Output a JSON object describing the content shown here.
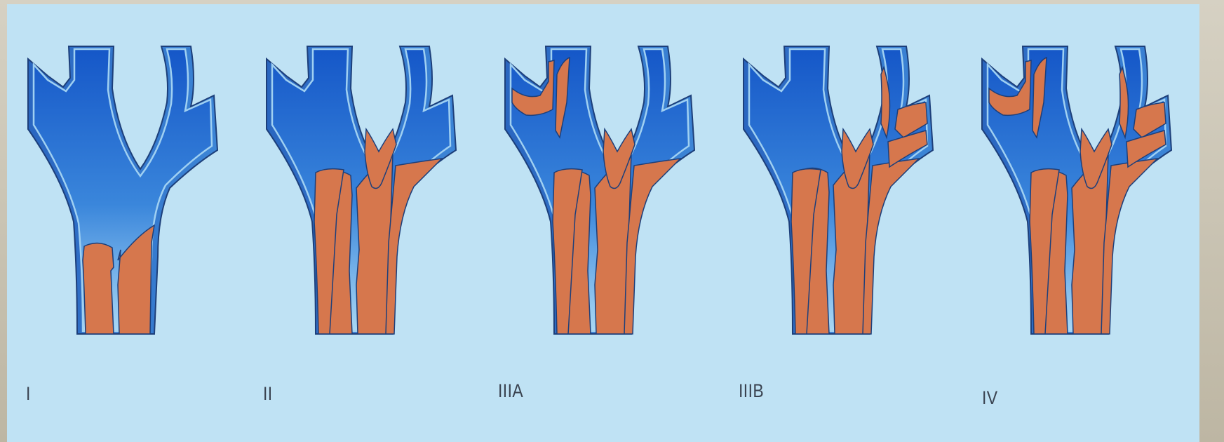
{
  "stages": [
    {
      "label": "I"
    },
    {
      "label": "II"
    },
    {
      "label": "IIIA"
    },
    {
      "label": "IIIB"
    },
    {
      "label": "IV"
    }
  ],
  "colors": {
    "background": "#bfe2f4",
    "vessel_wall": "#2f73c8",
    "lumen_dark": "#1b5fcb",
    "lumen_light": "#8fcaf0",
    "thrombus": "#d6774d",
    "thrombus_edge": "#1d3f7a"
  }
}
